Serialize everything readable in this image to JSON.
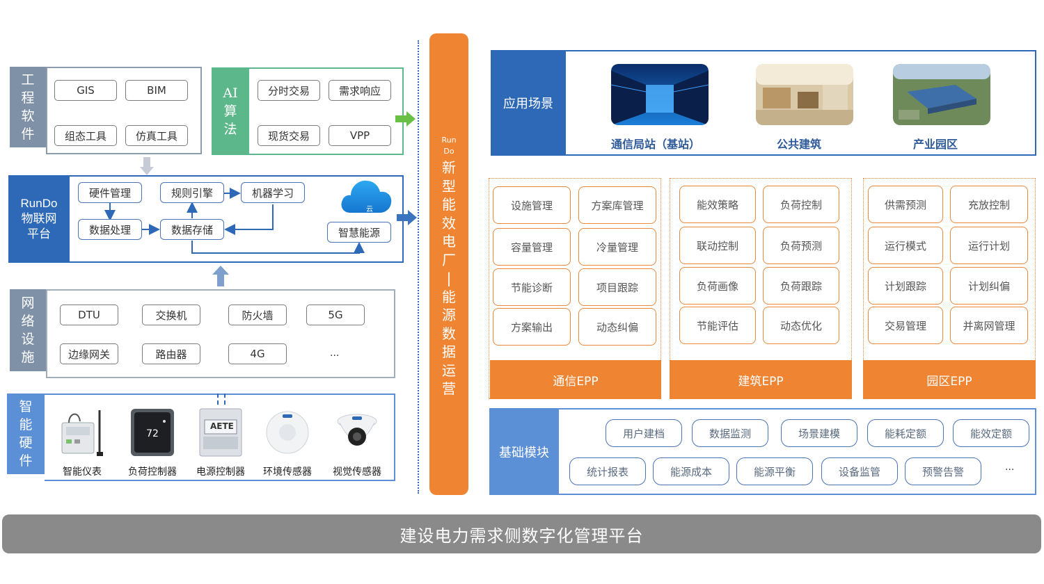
{
  "engineering_software": {
    "label": "工\n程\n软\n件",
    "items": [
      "GIS",
      "BIM",
      "组态工具",
      "仿真工具"
    ]
  },
  "ai_algorithm": {
    "label": "AI\n算\n法",
    "items": [
      "分时交易",
      "需求响应",
      "现货交易",
      "VPP"
    ]
  },
  "iot_platform": {
    "label": "RunDo\n物联网\n平台",
    "nodes": [
      "硬件管理",
      "规则引擎",
      "机器学习",
      "数据处理",
      "数据存储",
      "智慧能源"
    ],
    "cloud_label": "云"
  },
  "network": {
    "label": "网\n络\n设\n施",
    "items": [
      "DTU",
      "交换机",
      "防火墙",
      "5G",
      "边缘网关",
      "路由器",
      "4G",
      "..."
    ]
  },
  "hardware": {
    "label": "智\n能\n硬\n件",
    "devices": [
      "智能仪表",
      "负荷控制器",
      "电源控制器",
      "环境传感器",
      "视觉传感器"
    ],
    "device_brand_text": "AETE"
  },
  "vpp_column": {
    "prefix": "Run\nDo",
    "title": "新\n型\n能\n效\n电\n厂\n|\n能\n源\n数\n据\n运\n营"
  },
  "application": {
    "label": "应用场景",
    "scenes": [
      "通信局站（基站）",
      "公共建筑",
      "产业园区"
    ]
  },
  "epp_groups": [
    {
      "title": "通信EPP",
      "items": [
        "设施管理",
        "方案库管理",
        "容量管理",
        "冷量管理",
        "节能诊断",
        "项目跟踪",
        "方案输出",
        "动态纠偏"
      ]
    },
    {
      "title": "建筑EPP",
      "items": [
        "能效策略",
        "负荷控制",
        "联动控制",
        "负荷预测",
        "负荷画像",
        "负荷跟踪",
        "节能评估",
        "动态优化"
      ]
    },
    {
      "title": "园区EPP",
      "items": [
        "供需预测",
        "充放控制",
        "运行模式",
        "运行计划",
        "计划跟踪",
        "计划纠偏",
        "交易管理",
        "并离网管理"
      ]
    }
  ],
  "base_modules": {
    "label": "基础模块",
    "row1": [
      "用户建档",
      "数据监测",
      "场景建模",
      "能耗定额",
      "能效定额"
    ],
    "row2": [
      "统计报表",
      "能源成本",
      "能源平衡",
      "设备监管",
      "预警告警",
      "..."
    ]
  },
  "footer": {
    "title": "建设电力需求侧数字化管理平台"
  },
  "colors": {
    "orange": "#ef8533",
    "blue": "#2e69b8",
    "light_blue": "#5b8fd6",
    "gray": "#7f91a6",
    "footer_gray": "#8a8a8a",
    "green": "#6abf47"
  }
}
